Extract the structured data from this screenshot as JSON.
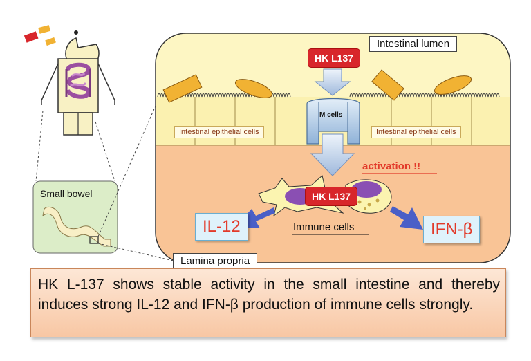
{
  "labels": {
    "intestinal_lumen": "Intestinal lumen",
    "hk_top": "HK L137",
    "m_cells": "M cells",
    "epithelial_left": "Intestinal epithelial cells",
    "epithelial_right": "Intestinal epithelial cells",
    "activation": "activation !!",
    "hk_center": "HK L137",
    "immune_cells": "Immune cells",
    "il12": "IL-12",
    "ifnb": "IFN-β",
    "small_bowel": "Small bowel",
    "lamina_propria": "Lamina propria"
  },
  "summary": "HK L-137 shows stable activity in the small intestine and thereby induces strong IL-12 and IFN-β production of immune cells strongly.",
  "colors": {
    "lumen": "#fdf6c3",
    "lamina": "#f9c496",
    "epithelium": "#fbf1b0",
    "bacterium": "#f1b233",
    "red_label": "#d8262b",
    "blue_arrow": "#4a5fc7",
    "bowel_panel": "#dcedc8"
  },
  "icons": [
    "person-pacman-icon",
    "intestine-icon",
    "food-pellet-icon",
    "down-arrow-icon",
    "dendritic-cell-icon"
  ]
}
